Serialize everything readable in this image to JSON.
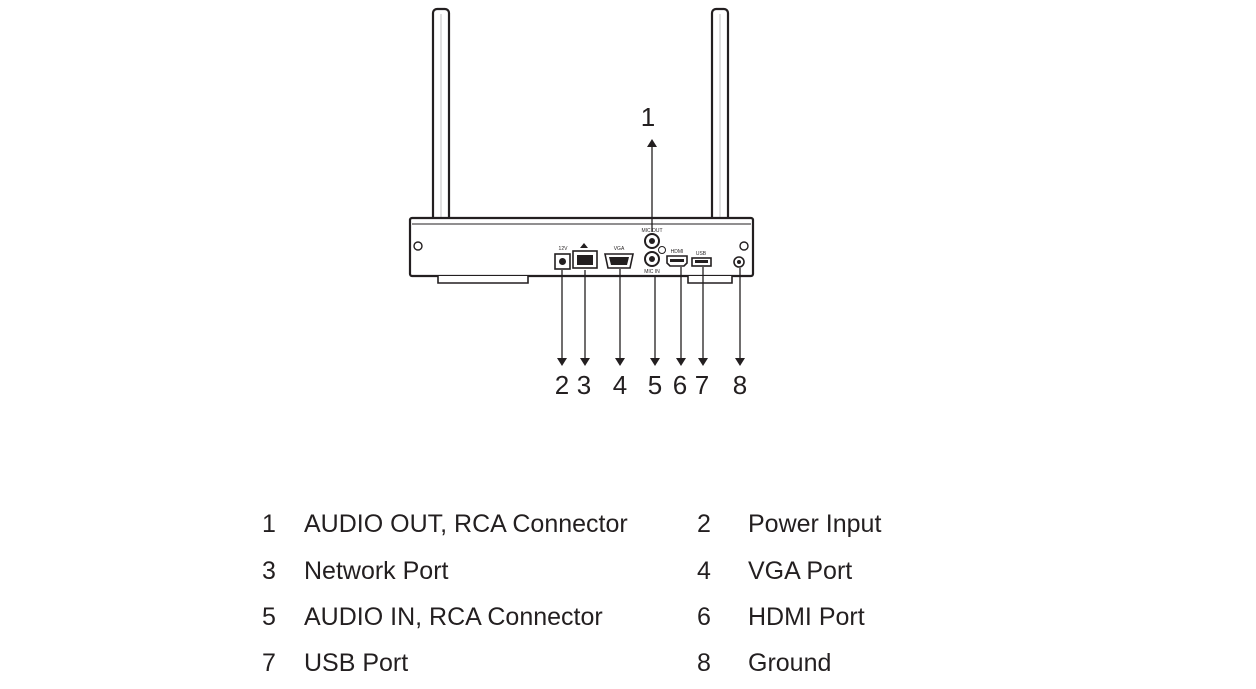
{
  "diagram": {
    "callouts": [
      {
        "num": "1"
      },
      {
        "num": "2"
      },
      {
        "num": "3"
      },
      {
        "num": "4"
      },
      {
        "num": "5"
      },
      {
        "num": "6"
      },
      {
        "num": "7"
      },
      {
        "num": "8"
      }
    ]
  },
  "legend": {
    "items": [
      {
        "num": "1",
        "label": "AUDIO OUT, RCA Connector"
      },
      {
        "num": "2",
        "label": "Power Input"
      },
      {
        "num": "3",
        "label": "Network Port"
      },
      {
        "num": "4",
        "label": "VGA Port"
      },
      {
        "num": "5",
        "label": "AUDIO IN, RCA Connector"
      },
      {
        "num": "6",
        "label": "HDMI Port"
      },
      {
        "num": "7",
        "label": "USB Port"
      },
      {
        "num": "8",
        "label": "Ground"
      }
    ]
  }
}
